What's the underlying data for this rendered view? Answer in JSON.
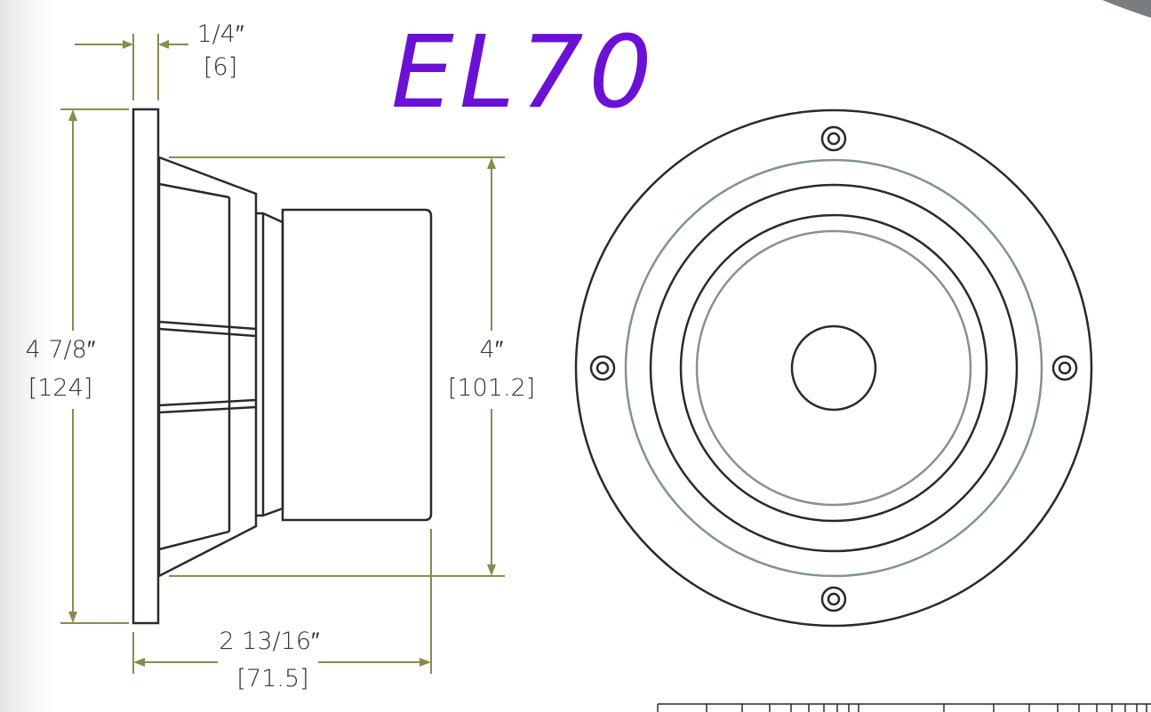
{
  "title": "EL70",
  "colors": {
    "title": "#6b11d6",
    "dimension_line": "#8b8a4c",
    "outline": "#2a2a2a",
    "gray_ring": "#7f9490"
  },
  "dimensions": {
    "flange_thickness": {
      "imperial": "1/4″",
      "metric": "[6]"
    },
    "overall_height": {
      "imperial": "4 7/8″",
      "metric": "[124]"
    },
    "cutout_diameter": {
      "imperial": "4″",
      "metric": "[101.2]"
    },
    "depth": {
      "imperial": "2 13/16″",
      "metric": "[71.5]"
    }
  }
}
